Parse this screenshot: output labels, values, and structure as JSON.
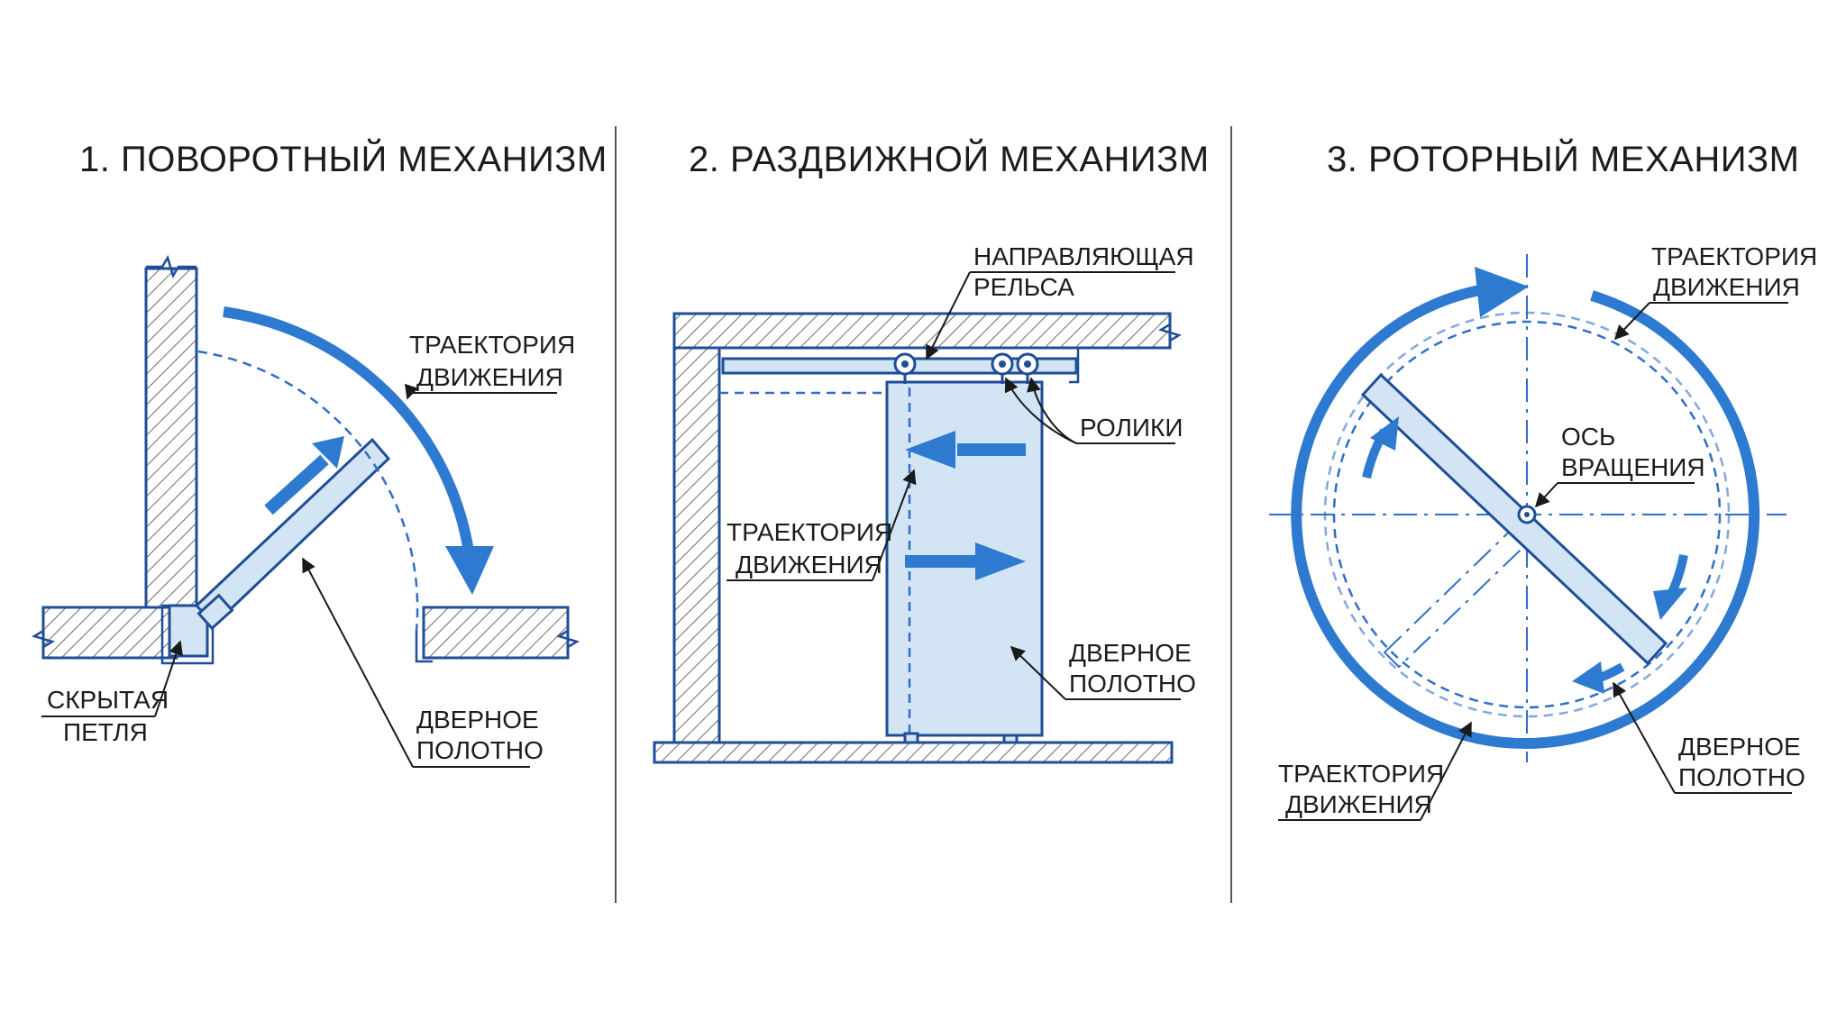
{
  "panels": [
    {
      "title": "1. ПОВОРОТНЫЙ МЕХАНИЗМ",
      "labels": {
        "trajectory": [
          "ТРАЕКТОРИЯ",
          "ДВИЖЕНИЯ"
        ],
        "hinge": [
          "СКРЫТАЯ",
          "ПЕТЛЯ"
        ],
        "door": [
          "ДВЕРНОЕ",
          "ПОЛОТНО"
        ]
      }
    },
    {
      "title": "2. РАЗДВИЖНОЙ МЕХАНИЗМ",
      "labels": {
        "rail": [
          "НАПРАВЛЯЮЩАЯ",
          "РЕЛЬСА"
        ],
        "rollers": [
          "РОЛИКИ"
        ],
        "trajectory": [
          "ТРАЕКТОРИЯ",
          "ДВИЖЕНИЯ"
        ],
        "door": [
          "ДВЕРНОЕ",
          "ПОЛОТНО"
        ]
      }
    },
    {
      "title": "3. РОТОРНЫЙ МЕХАНИЗМ",
      "labels": {
        "trajectory_top": [
          "ТРАЕКТОРИЯ",
          "ДВИЖЕНИЯ"
        ],
        "axis": [
          "ОСЬ",
          "ВРАЩЕНИЯ"
        ],
        "door": [
          "ДВЕРНОЕ",
          "ПОЛОТНО"
        ],
        "trajectory_bottom": [
          "ТРАЕКТОРИЯ",
          "ДВИЖЕНИЯ"
        ]
      }
    }
  ],
  "colors": {
    "outline": "#1f4e96",
    "arrow": "#2d7ad0",
    "door_fill": "#d3e4f5",
    "text": "#1c1c1c"
  }
}
